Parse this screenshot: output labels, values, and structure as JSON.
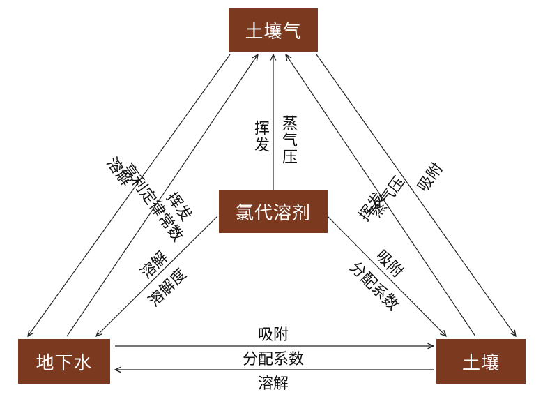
{
  "nodes": {
    "soil_gas": "土壤气",
    "chlorinated_solvent": "氯代溶剂",
    "groundwater": "地下水",
    "soil": "土壤"
  },
  "edges": {
    "solvent_to_gas_volatilize": "挥发",
    "solvent_to_gas_vapor_pressure": "蒸气压",
    "gas_to_gw_dissolve": "溶解",
    "gas_to_gw_henry": "亨利定律常数",
    "gw_to_gas_volatilize": "挥发",
    "solvent_to_gw_dissolve": "溶解",
    "solvent_to_gw_solubility": "溶解度",
    "soil_to_gas_vapor_pressure": "蒸气压",
    "soil_to_gas_volatilize": "挥发",
    "gas_to_soil_adsorb": "吸附",
    "solvent_to_soil_adsorb": "吸附",
    "solvent_to_soil_partition": "分配系数",
    "gw_soil_adsorb": "吸附",
    "gw_soil_partition": "分配系数",
    "soil_gw_dissolve": "溶解"
  },
  "colors": {
    "box": "#7b3a1f",
    "box_text": "#ffffff",
    "line": "#222222"
  }
}
